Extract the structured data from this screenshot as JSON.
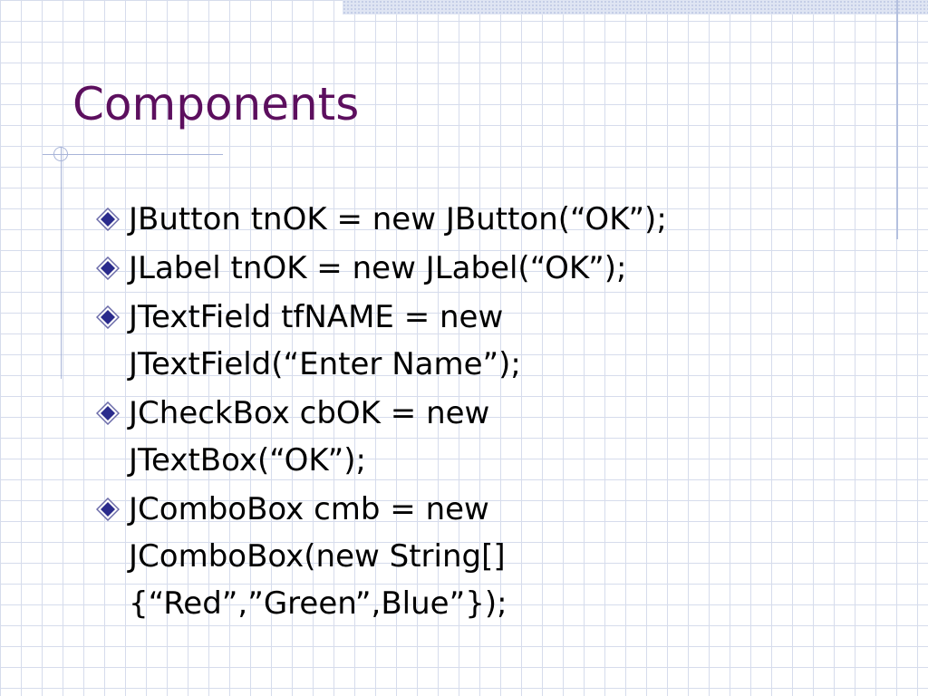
{
  "slide": {
    "title": "Components",
    "bullets": [
      {
        "text": "JButton tnOK = new JButton(“OK”);"
      },
      {
        "text": "JLabel tnOK = new JLabel(“OK”);"
      },
      {
        "text": "JTextField tfNAME = new\nJTextField(“Enter Name”);"
      },
      {
        "text": "JCheckBox cbOK = new\nJTextBox(“OK”);"
      },
      {
        "text": "JComboBox cmb = new\nJComboBox(new String[]\n{“Red”,”Green”,Blue”});"
      }
    ]
  },
  "colors": {
    "title": "#5c0f5e",
    "text": "#000000",
    "bullet_fill": "#2a2b8c",
    "grid": "#d6dcec"
  },
  "icons": {
    "bullet": "diamond-bullet-icon"
  }
}
